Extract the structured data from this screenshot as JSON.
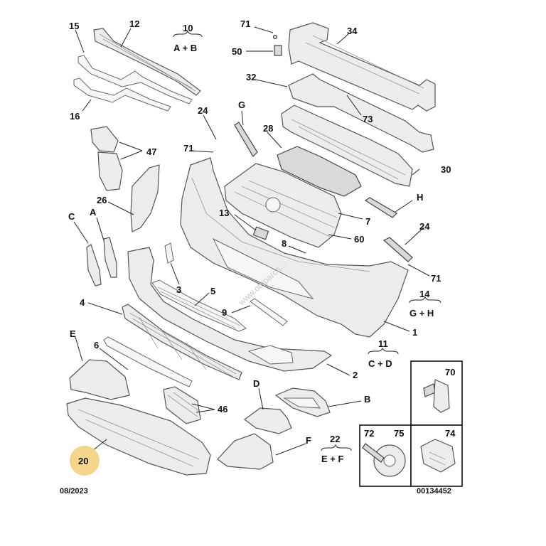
{
  "callouts": {
    "c15": "15",
    "c12": "12",
    "c10": "10",
    "c10_sub": "A + B",
    "c71a": "71",
    "c50": "50",
    "c34": "34",
    "c32": "32",
    "c73": "73",
    "c16": "16",
    "c24a": "24",
    "cG": "G",
    "c47": "47",
    "c71b": "71",
    "c28": "28",
    "c30": "30",
    "c26": "26",
    "cC": "C",
    "cA": "A",
    "c13": "13",
    "cH": "H",
    "c7": "7",
    "c60": "60",
    "c8": "8",
    "c24b": "24",
    "c3": "3",
    "c5": "5",
    "c71c": "71",
    "c14": "14",
    "c14_sub": "G + H",
    "c4": "4",
    "c9": "9",
    "c1": "1",
    "cE": "E",
    "c6": "6",
    "c11": "11",
    "c11_sub": "C + D",
    "c2": "2",
    "c70": "70",
    "cD": "D",
    "cB": "B",
    "c46": "46",
    "c72": "72",
    "c75": "75",
    "c74": "74",
    "cF": "F",
    "c22": "22",
    "c22_sub": "E + F",
    "c20": "20"
  },
  "footer": {
    "date": "08/2023",
    "reference": "00134452"
  },
  "watermark": "www.otoparca...",
  "colors": {
    "highlight": "#f5d58a",
    "line": "#222222",
    "part_fill": "#ececec"
  }
}
